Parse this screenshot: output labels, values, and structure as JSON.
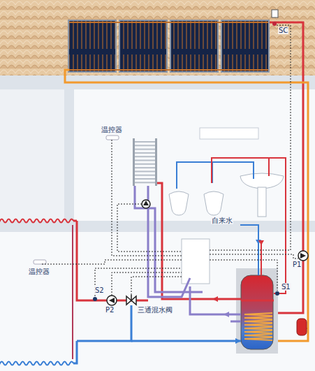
{
  "diagram": {
    "labels": [
      "SC",
      "温控器",
      "自来水",
      "温控器",
      "P1",
      "S1",
      "S2",
      "P2",
      "三通混水阀"
    ]
  }
}
